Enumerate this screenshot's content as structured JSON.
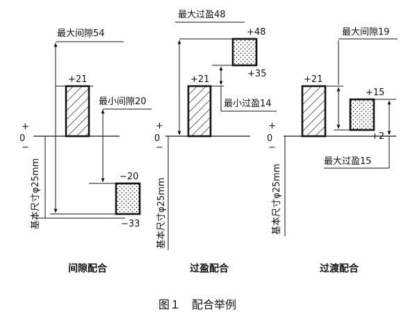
{
  "caption": "图１　配合举例",
  "basic_size_label": "基本尺寸φ25mm",
  "zero_label": "0",
  "plus_sign": "+",
  "minus_sign": "−",
  "panels": [
    {
      "title": "间隙配合",
      "hole_upper": "+21",
      "shaft_upper": "−20",
      "shaft_lower": "−33",
      "max_label": "最大间隙54",
      "min_label": "最小间隙20"
    },
    {
      "title": "过盈配合",
      "hole_upper": "+21",
      "shaft_upper": "+48",
      "shaft_lower": "+35",
      "max_label": "最大过盈48",
      "min_label": "最小过盈14"
    },
    {
      "title": "过渡配合",
      "hole_upper": "+21",
      "shaft_upper": "+15",
      "shaft_lower": "+2",
      "max_label": "最大间隙19",
      "min_label": "最大过盈15"
    }
  ],
  "colors": {
    "ink": "#111111",
    "background": "#ffffff"
  }
}
